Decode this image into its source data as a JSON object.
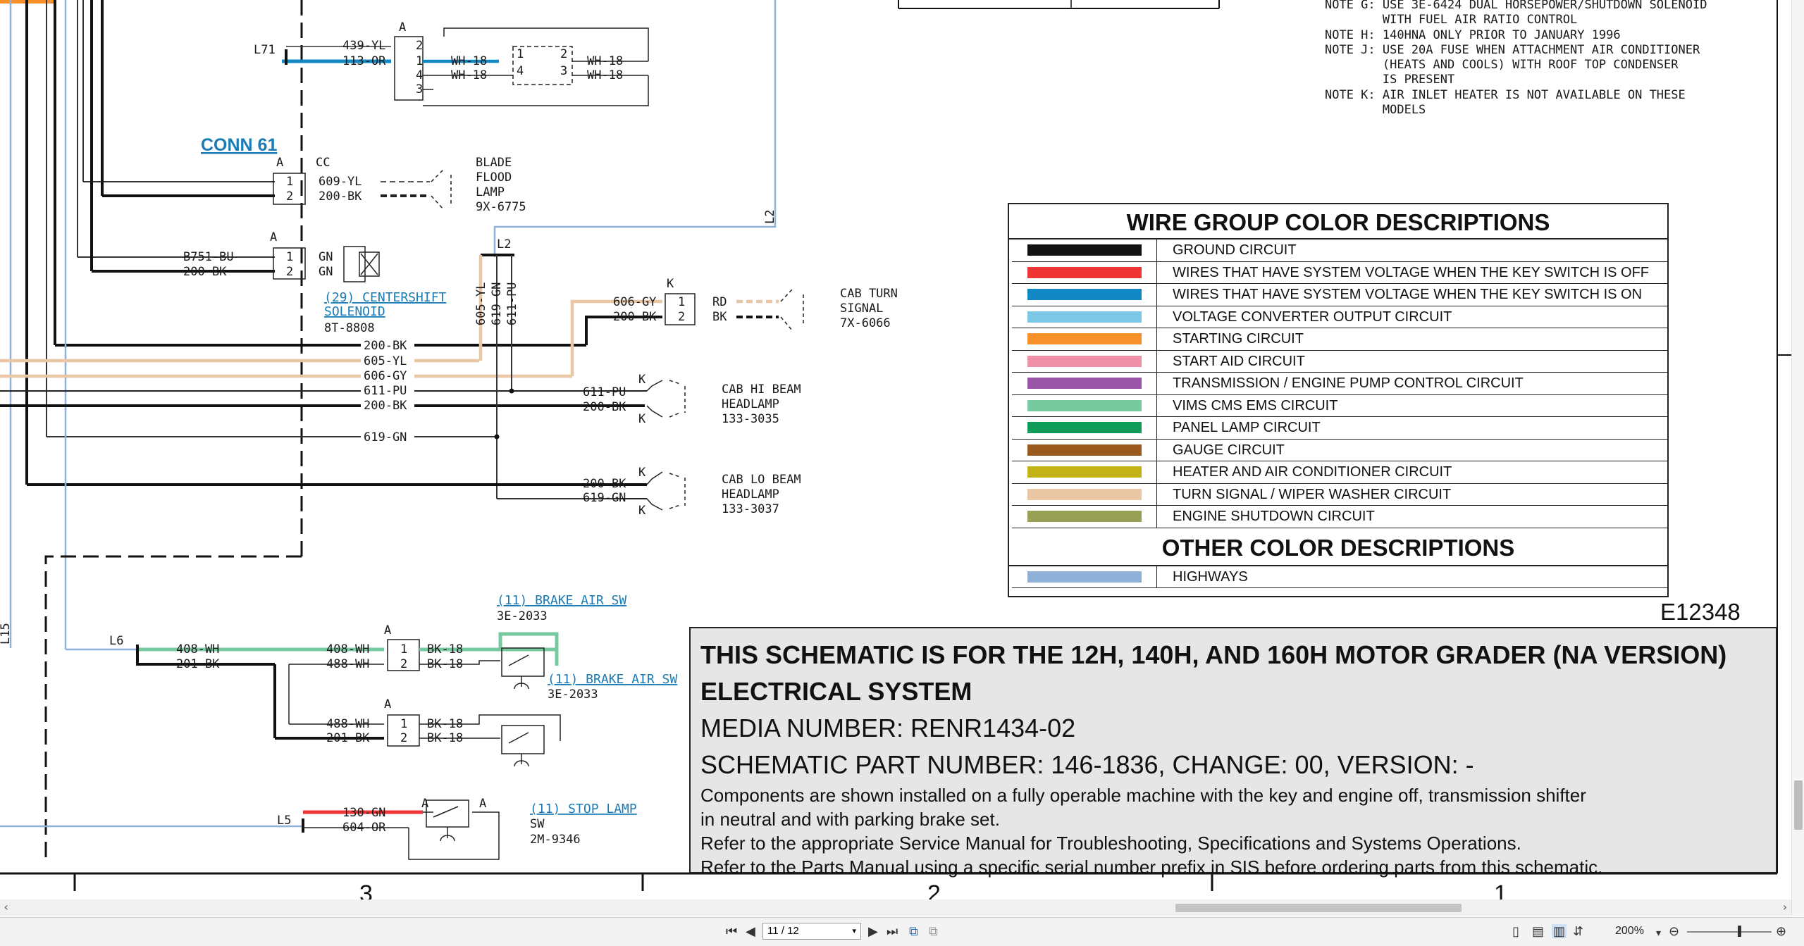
{
  "notes": [
    "NOTE G: USE 3E-6424 DUAL HORSEPOWER/SHUTDOWN SOLENOID",
    "        WITH FUEL AIR RATIO CONTROL",
    "NOTE H: 140HNA ONLY PRIOR TO JANUARY 1996",
    "NOTE J: USE 20A FUSE WHEN ATTACHMENT AIR CONDITIONER",
    "        (HEATS AND COOLS) WITH ROOF TOP CONDENSER",
    "        IS PRESENT",
    "NOTE K: AIR INLET HEATER IS NOT AVAILABLE ON THESE",
    "        MODELS"
  ],
  "legend": {
    "title": "WIRE GROUP COLOR DESCRIPTIONS",
    "items": [
      {
        "color": "#111111",
        "label": "GROUND CIRCUIT"
      },
      {
        "color": "#ee3434",
        "label": "WIRES THAT HAVE SYSTEM VOLTAGE WHEN THE KEY SWITCH IS OFF"
      },
      {
        "color": "#1187c4",
        "label": "WIRES THAT HAVE SYSTEM VOLTAGE WHEN THE KEY SWITCH IS ON"
      },
      {
        "color": "#7cc7e6",
        "label": "VOLTAGE CONVERTER OUTPUT CIRCUIT"
      },
      {
        "color": "#f7902b",
        "label": "STARTING CIRCUIT"
      },
      {
        "color": "#f08fa8",
        "label": "START AID CIRCUIT"
      },
      {
        "color": "#9b55a8",
        "label": "TRANSMISSION / ENGINE PUMP CONTROL CIRCUIT"
      },
      {
        "color": "#77c9a0",
        "label": "VIMS CMS EMS CIRCUIT"
      },
      {
        "color": "#0e9c58",
        "label": "PANEL LAMP CIRCUIT"
      },
      {
        "color": "#9a5a1c",
        "label": "GAUGE CIRCUIT"
      },
      {
        "color": "#c2b216",
        "label": "HEATER AND AIR CONDITIONER CIRCUIT"
      },
      {
        "color": "#e9c6a4",
        "label": "TURN SIGNAL / WIPER WASHER CIRCUIT"
      },
      {
        "color": "#97a054",
        "label": "ENGINE SHUTDOWN CIRCUIT"
      }
    ],
    "other_title": "OTHER COLOR DESCRIPTIONS",
    "other_items": [
      {
        "color": "#8fb0d8",
        "label": "HIGHWAYS"
      }
    ]
  },
  "doc_number": "E12348",
  "title_block": {
    "line1": "THIS SCHEMATIC IS FOR THE 12H, 140H, AND 160H MOTOR GRADER (NA VERSION)",
    "line2": "ELECTRICAL SYSTEM",
    "media": "MEDIA NUMBER: RENR1434-02",
    "part": "SCHEMATIC PART NUMBER: 146-1836, CHANGE: 00, VERSION: -",
    "desc1": "Components are shown installed on a fully operable machine with the key and engine off, transmission shifter",
    "desc2": "in neutral and with parking brake set.",
    "desc3": "Refer to the appropriate Service Manual for Troubleshooting, Specifications and Systems Operations.",
    "desc4": "Refer to the Parts Manual using a specific serial number prefix in SIS before ordering parts from this schematic."
  },
  "zones": [
    "3",
    "2",
    "1"
  ],
  "schematic": {
    "conn61": "CONN 61",
    "l71": "L71",
    "l2": "L2",
    "l6": "L6",
    "l5": "L5",
    "l15": "L15",
    "w439": "439-YL",
    "w113": "113-OR",
    "wh18a": "WH-18",
    "wh18b": "WH-18",
    "wh18c": "WH-18",
    "wh18d": "WH-18",
    "conA1": "A",
    "conCC": "CC",
    "conA2": "A",
    "conA3": "A",
    "w609": "609-YL",
    "w200a": "200-BK",
    "blade1": "BLADE",
    "blade2": "FLOOD",
    "blade3": "LAMP",
    "blade4": "9X-6775",
    "wb751": "B751-BU",
    "w200b": "200-BK",
    "gn1": "GN",
    "gn2": "GN",
    "centershift1": "(29) CENTERSHIFT",
    "centershift2": "SOLENOID",
    "centershift3": "8T-8808",
    "v605": "605-YL",
    "v619": "619-GN",
    "v611": "611-PU",
    "conK1": "K",
    "w606": "606-GY",
    "w200c": "200-BK",
    "rd": "RD",
    "bk": "BK",
    "turn1": "CAB TURN",
    "turn2": "SIGNAL",
    "turn3": "7X-6066",
    "h200": "200-BK",
    "h605": "605-YL",
    "h606": "606-GY",
    "h611": "611-PU",
    "h200b": "200-BK",
    "h619": "619-GN",
    "w611b": "611-PU",
    "w200d": "200-BK",
    "hi1": "CAB HI BEAM",
    "hi2": "HEADLAMP",
    "hi3": "133-3035",
    "w200e": "200-BK",
    "w619b": "619-GN",
    "lo1": "CAB LO BEAM",
    "lo2": "HEADLAMP",
    "lo3": "133-3037",
    "kA": "K",
    "kB": "K",
    "kC": "K",
    "kD": "K",
    "w408": "408-WH",
    "w201": "201-BK",
    "w408b": "408-WH",
    "w488": "488-WH",
    "bk18a": "BK-18",
    "bk18b": "BK-18",
    "brake1a": "(11) BRAKE AIR SW",
    "brake1b": "3E-2033",
    "brake2a": "(11) BRAKE AIR SW",
    "brake2b": "3E-2033",
    "w488b": "488-WH",
    "w201b": "201-BK",
    "bk18c": "BK-18",
    "bk18d": "BK-18",
    "conA4": "A",
    "conA5": "A",
    "w130": "130-GN",
    "w604": "604-OR",
    "stop1": "(11) STOP LAMP",
    "stop2": "SW",
    "stop3": "2M-9346",
    "conA6": "A",
    "conA7": "A"
  },
  "viewer": {
    "page": "11 / 12",
    "zoom": "200%"
  }
}
